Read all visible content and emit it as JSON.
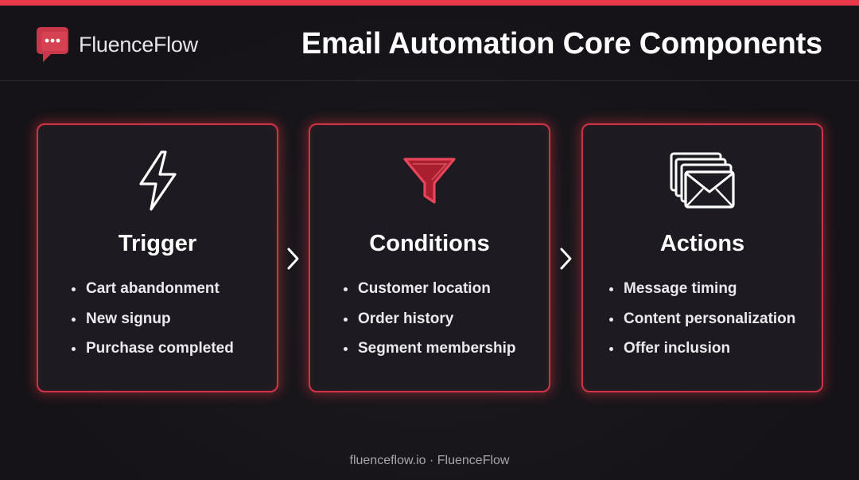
{
  "brand": {
    "name": "FluenceFlow",
    "icon": "chat-bubble-icon"
  },
  "title": "Email Automation Core Components",
  "colors": {
    "accent": "#e83a4a",
    "background": "#171519",
    "card": "#1d1b21"
  },
  "cards": [
    {
      "title": "Trigger",
      "icon": "lightning-bolt-icon",
      "items": [
        "Cart abandonment",
        "New signup",
        "Purchase completed"
      ]
    },
    {
      "title": "Conditions",
      "icon": "funnel-icon",
      "items": [
        "Customer location",
        "Order history",
        "Segment membership"
      ]
    },
    {
      "title": "Actions",
      "icon": "envelope-stack-icon",
      "items": [
        "Message timing",
        "Content personalization",
        "Offer inclusion"
      ]
    }
  ],
  "footer": "fluenceflow.io · FluenceFlow"
}
